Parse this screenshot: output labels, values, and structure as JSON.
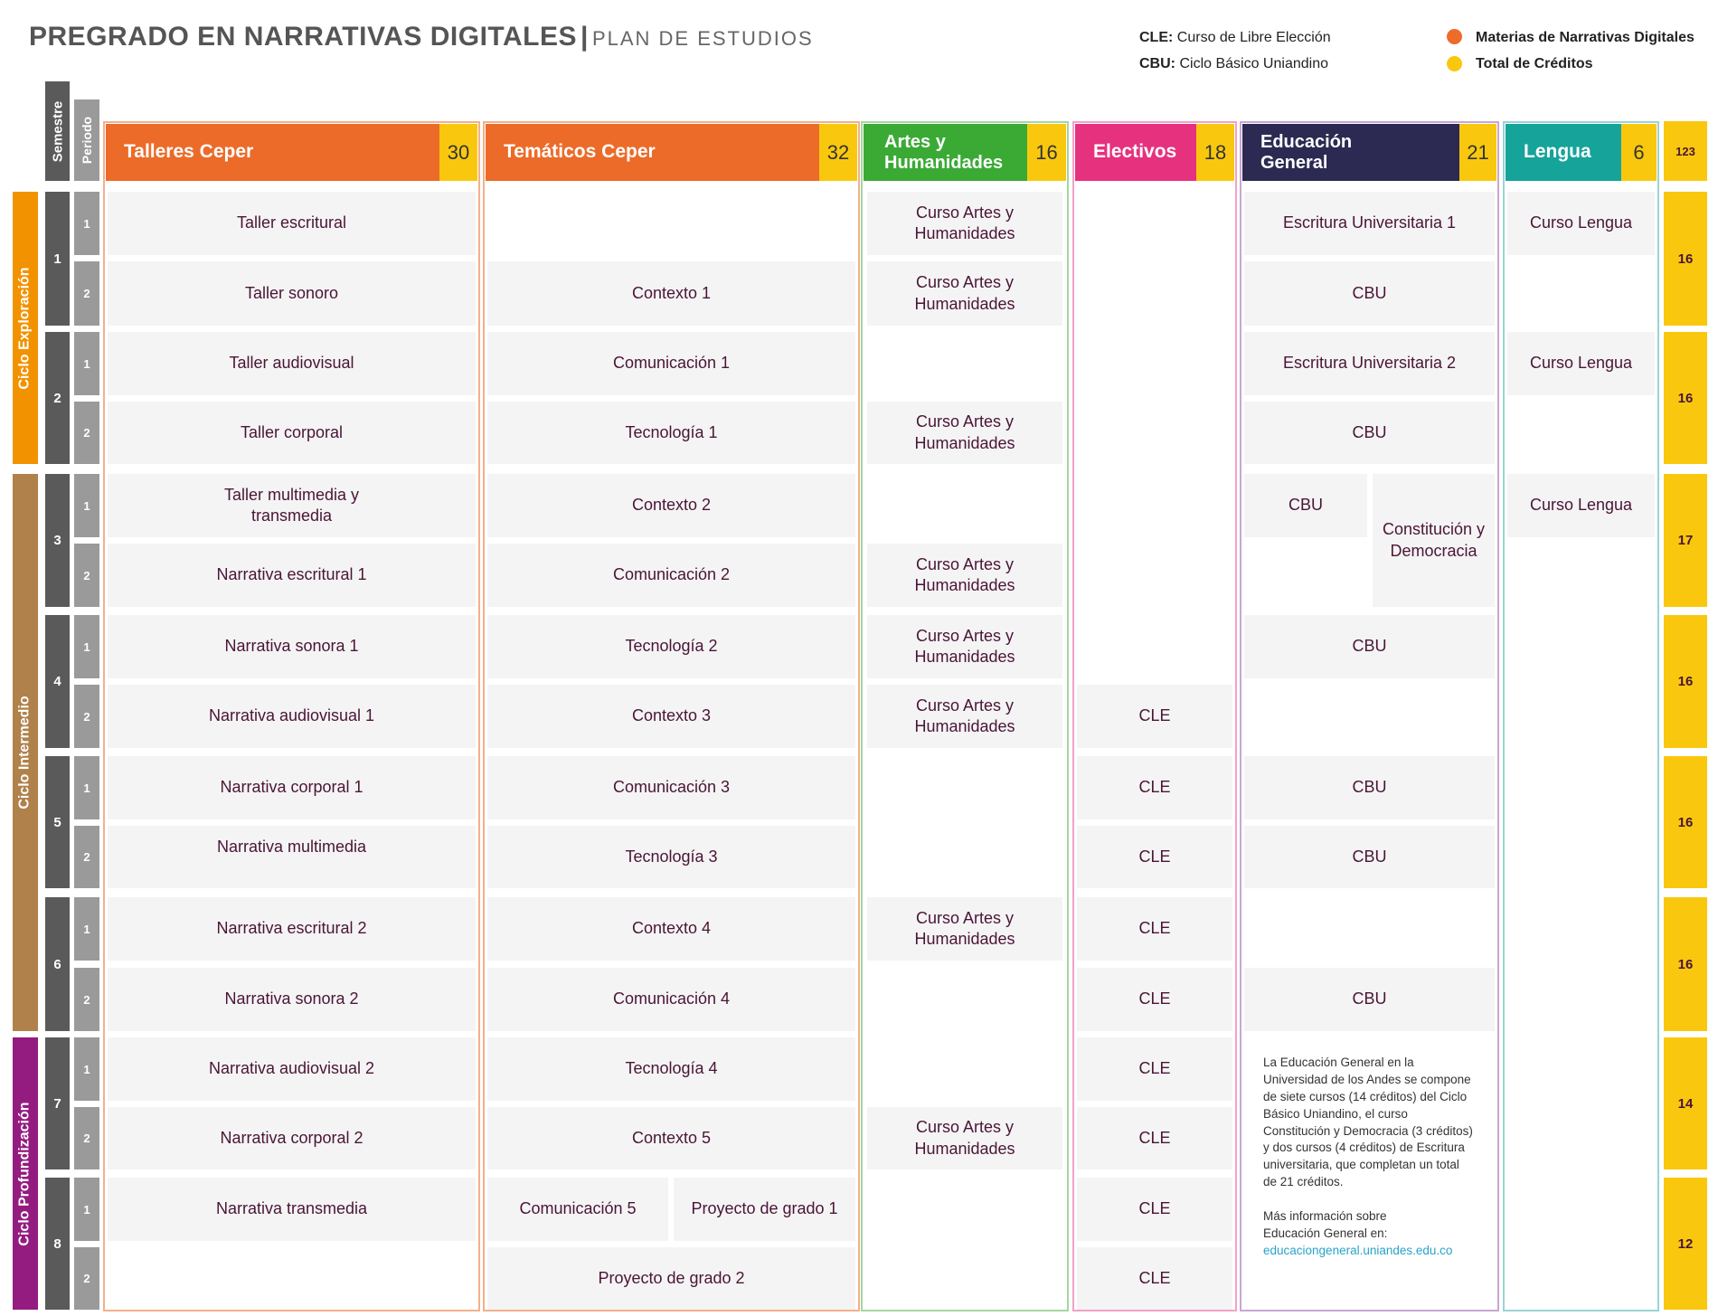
{
  "header": {
    "title": "PREGRADO EN NARRATIVAS DIGITALES",
    "separator": "|",
    "subtitle": "PLAN DE ESTUDIOS"
  },
  "legend": {
    "cle_abbr": "CLE:",
    "cle_text": "Curso de Libre Elección",
    "cbu_abbr": "CBU:",
    "cbu_text": "Ciclo Básico Uniandino",
    "key1": "Materias de Narrativas Digitales",
    "key2": "Total de Créditos",
    "key1_color": "#ee6b2a",
    "key2_color": "#f9c80e"
  },
  "axis": {
    "semestre": "Semestre",
    "periodo": "Periodo",
    "total": "123"
  },
  "cycles": [
    {
      "label": "Ciclo Exploración",
      "color": "#f39200"
    },
    {
      "label": "Ciclo Intermedio",
      "color": "#b0814a"
    },
    {
      "label": "Ciclo Profundización",
      "color": "#941b80"
    }
  ],
  "semesters": [
    "1",
    "2",
    "3",
    "4",
    "5",
    "6",
    "7",
    "8"
  ],
  "periods": [
    "1",
    "2",
    "1",
    "2",
    "1",
    "2",
    "1",
    "2",
    "1",
    "2",
    "1",
    "2",
    "1",
    "2",
    "1",
    "2"
  ],
  "semester_totals": [
    "16",
    "16",
    "17",
    "16",
    "16",
    "16",
    "14",
    "12"
  ],
  "columns": {
    "talleres": {
      "title": "Talleres Ceper",
      "credits": "30",
      "color": "#ec6b29"
    },
    "tematicos": {
      "title": "Temáticos Ceper",
      "credits": "32",
      "color": "#ec6b29"
    },
    "artes": {
      "title": "Artes y Humanidades",
      "credits": "16",
      "color": "#3aaa35"
    },
    "electivos": {
      "title": "Electivos",
      "credits": "18",
      "color": "#e6317e"
    },
    "edu": {
      "title": "Educación General",
      "credits": "21",
      "color": "#2c2952"
    },
    "lengua": {
      "title": "Lengua",
      "credits": "6",
      "color": "#16a39a"
    }
  },
  "talleres": [
    "Taller escritural",
    "Taller sonoro",
    "Taller audiovisual",
    "Taller corporal",
    "Taller multimedia y transmedia",
    "Narrativa escritural 1",
    "Narrativa sonora 1",
    "Narrativa audiovisual 1",
    "Narrativa corporal 1",
    "Narrativa multimedia",
    "Narrativa escritural 2",
    "Narrativa sonora 2",
    "Narrativa audiovisual 2",
    "Narrativa corporal 2",
    "Narrativa transmedia"
  ],
  "tematicos": [
    "Contexto 1",
    "Comunicación 1",
    "Tecnología 1",
    "Contexto 2",
    "Comunicación 2",
    "Tecnología 2",
    "Contexto 3",
    "Comunicación 3",
    "Tecnología 3",
    "Contexto 4",
    "Comunicación 4",
    "Tecnología 4",
    "Contexto 5",
    "Comunicación 5",
    "Proyecto de grado 1",
    "Proyecto de grado 2"
  ],
  "artes_label": "Curso Artes y Humanidades",
  "cle_label": "CLE",
  "edu": {
    "escritura1": "Escritura Universitaria 1",
    "escritura2": "Escritura Universitaria 2",
    "cbu": "CBU",
    "constitucion": "Constitución y Democracia",
    "note": "La Educación General en la Universidad de los Andes se compone de siete cursos (14 créditos) del Ciclo Básico Uniandino, el curso Constitución y Democracia (3 créditos) y dos cursos (4 créditos) de Escritura universitaria, que completan un total de 21 créditos.",
    "more": "Más información sobre Educación General en:",
    "link": "educaciongeneral.uniandes.edu.co"
  },
  "lengua_label": "Curso Lengua"
}
